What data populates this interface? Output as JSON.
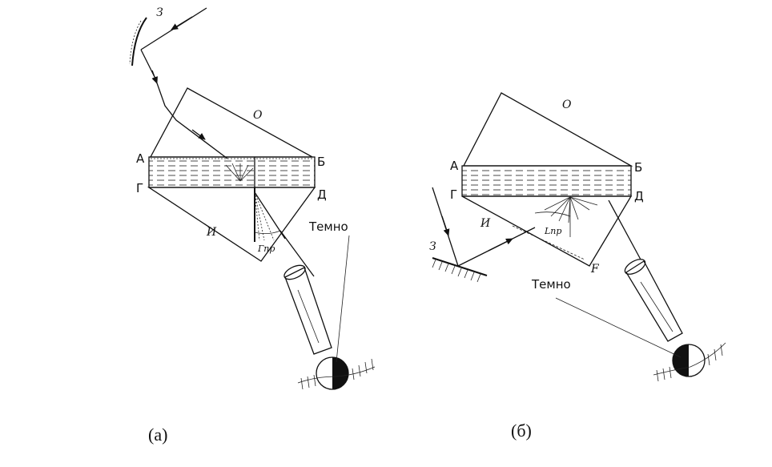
{
  "panel_a": {
    "caption": "(а)",
    "label_mirror": "З",
    "label_top_prism": "О",
    "label_a": "А",
    "label_b": "Б",
    "label_g": "Г",
    "label_d": "Д",
    "label_bottom_prism": "И",
    "label_angle": "Гпр",
    "label_dark": "Темно"
  },
  "panel_b": {
    "caption": "(б)",
    "label_mirror": "З",
    "label_top_prism": "О",
    "label_a": "А",
    "label_b": "Б",
    "label_g": "Г",
    "label_d": "Д",
    "label_bottom_prism": "И",
    "label_angle": "Lпр",
    "label_dark": "Темно",
    "label_f": "F"
  }
}
